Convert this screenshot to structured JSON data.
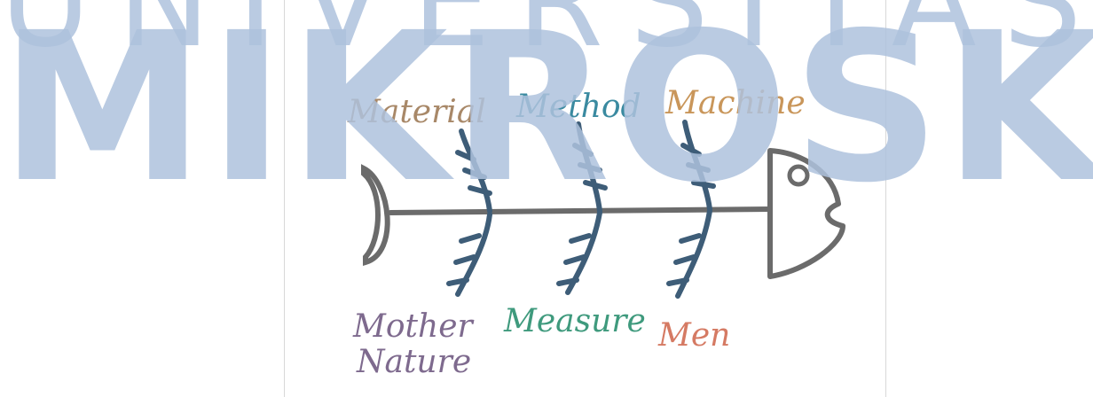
{
  "watermark": {
    "line1": "UNIVERSITAS",
    "line2": "MIKROSKIL",
    "color": "#aec2dd"
  },
  "diagram": {
    "categories_top": [
      {
        "key": "material",
        "label": "Material",
        "color": "#a88868"
      },
      {
        "key": "method",
        "label": "Method",
        "color": "#3a8aa0"
      },
      {
        "key": "machine",
        "label": "Machine",
        "color": "#c9965a"
      }
    ],
    "categories_bottom": [
      {
        "key": "mother_nature",
        "lines": [
          "Mother",
          "Nature"
        ],
        "color": "#7e6a8e"
      },
      {
        "key": "measure",
        "label": "Measure",
        "color": "#3f9a7d"
      },
      {
        "key": "men",
        "label": "Men",
        "color": "#d57a63"
      }
    ],
    "skeleton_color": "#6b6b6b",
    "bone_color": "#3e5d78"
  }
}
